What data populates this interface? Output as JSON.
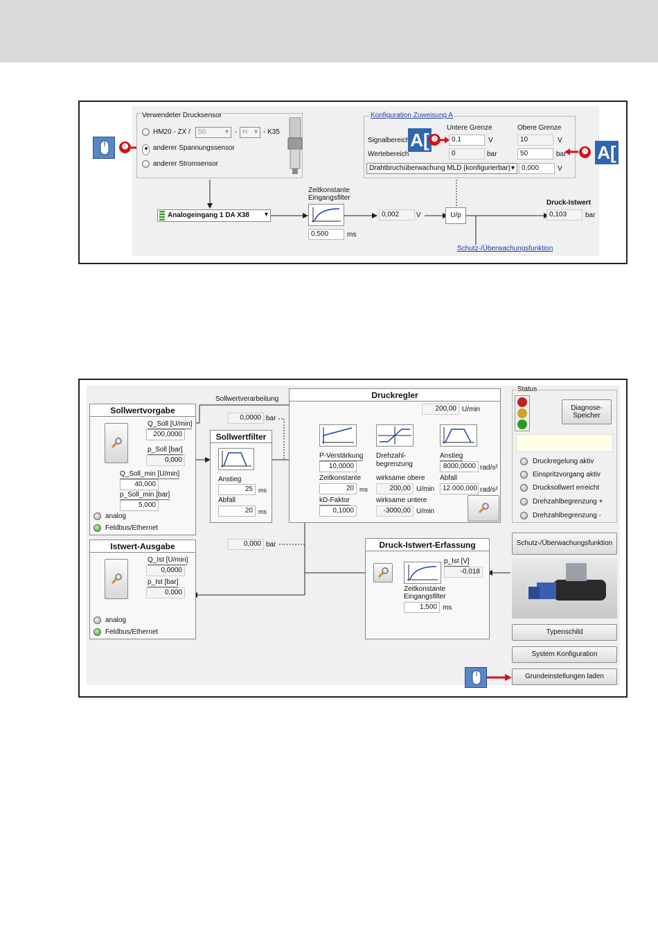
{
  "top": {
    "sensor_group_title": "Verwendeter Drucksensor",
    "radio_hm20": "HM20 - ZX /",
    "combo_50": "50",
    "dash1": "-",
    "combo_h": "H",
    "k35": "- K35",
    "radio_spannung": "anderer Spannungssensor",
    "radio_strom": "anderer Stromsensor",
    "config_link": "Konfiguration Zuweisung A",
    "untere_grenze": "Untere Grenze",
    "obere_grenze": "Obere Grenze",
    "signalbereich": "Signalbereich",
    "signal_lower": "0,1",
    "signal_upper": "10",
    "unit_v": "V",
    "wertebereich": "Wertebereich",
    "werte_lower": "0",
    "werte_upper": "50",
    "unit_bar": "bar",
    "drahtbruch": "Drahtbruchüberwachung MLD (konfigurierbar)",
    "drahtbruch_value": "0,000",
    "analog_input": "Analogeingang 1 DA X38",
    "zeitkonstante": "Zeitkonstante",
    "eingangsfilter": "Eingangsfilter",
    "filter_value": "0,500",
    "unit_ms": "ms",
    "signal_value": "0,002",
    "up_label": "U/p",
    "druck_istwert": "Druck-Istwert",
    "druck_value": "0,103",
    "schutz_link": "Schutz-/Überwachungsfunktion",
    "badges": [
      "❶",
      "❷",
      "❸"
    ],
    "a_icon": "A["
  },
  "bottom": {
    "sollwertverarbeitung": "Sollwertverarbeitung",
    "sollwertvorgabe": {
      "title": "Sollwertvorgabe",
      "q_soll_label": "Q_Soll [U/min]",
      "q_soll_value": "200,0000",
      "p_soll_label": "p_Soll [bar]",
      "p_soll_value": "0,000",
      "q_soll_min_label": "Q_Soll_min [U/min]",
      "q_soll_min_value": "40,000",
      "p_soll_min_label": "p_Soll_min [bar]",
      "p_soll_min_value": "5,000",
      "analog": "analog",
      "feldbus": "Feldbus/Ethernet"
    },
    "bar_top_value": "0,0000",
    "bar_unit": "bar",
    "sollwertfilter": {
      "title": "Sollwertfilter",
      "anstieg": "Anstieg",
      "anstieg_value": "25",
      "abfall": "Abfall",
      "abfall_value": "20",
      "unit_ms": "ms"
    },
    "druckregler": {
      "title": "Druckregler",
      "speed_value": "200,00",
      "speed_unit": "U/min",
      "p_verstaerkung": "P-Verstärkung",
      "p_value": "10,0000",
      "drehzahl_begrenzung": "Drehzahl-",
      "begrenzung2": "begrenzung",
      "anstieg": "Anstieg",
      "anstieg_value": "8000,0000",
      "rad_unit": "rad/s²",
      "zeitkonstante": "Zeitkonstante",
      "zk_value": "20",
      "ms": "ms",
      "wirksame_obere": "wirksame obere",
      "obere_value": "200,00",
      "umin": "U/min",
      "abfall": "Abfall",
      "abfall_value": "12 000,000",
      "kd_faktor": "kD-Faktor",
      "kd_value": "0,1000",
      "wirksame_untere": "wirksame untere",
      "untere_value": "-3000,00"
    },
    "istwert_ausgabe": {
      "title": "Istwert-Ausgabe",
      "q_ist_label": "Q_Ist [U/min]",
      "q_ist_value": "0,0000",
      "p_ist_label": "p_Ist [bar]",
      "p_ist_value": "0,000",
      "analog": "analog",
      "feldbus": "Feldbus/Ethernet"
    },
    "bar_mid_value": "0,000",
    "druck_istwert_erfassung": {
      "title": "Druck-Istwert-Erfassung",
      "p_ist_label": "p_Ist [V]",
      "p_ist_value": "-0,018",
      "zeitkonstante": "Zeitkonstante",
      "eingangsfilter": "Eingangsfilter",
      "filter_value": "1,500",
      "ms": "ms"
    },
    "status": {
      "title": "Status",
      "diagnose": "Diagnose-\nSpeicher",
      "items": [
        "Druckregelung aktiv",
        "Einspritzvorgang aktiv",
        "Drucksollwert erreicht",
        "Drehzahlbegrenzung +",
        "Drehzahlbegrenzung -"
      ]
    },
    "buttons": {
      "schutz": "Schutz-/Überwachungsfunktion",
      "typenschild": "Typenschild",
      "system": "System Konfiguration",
      "grund": "Grundeinstellungen laden"
    }
  }
}
